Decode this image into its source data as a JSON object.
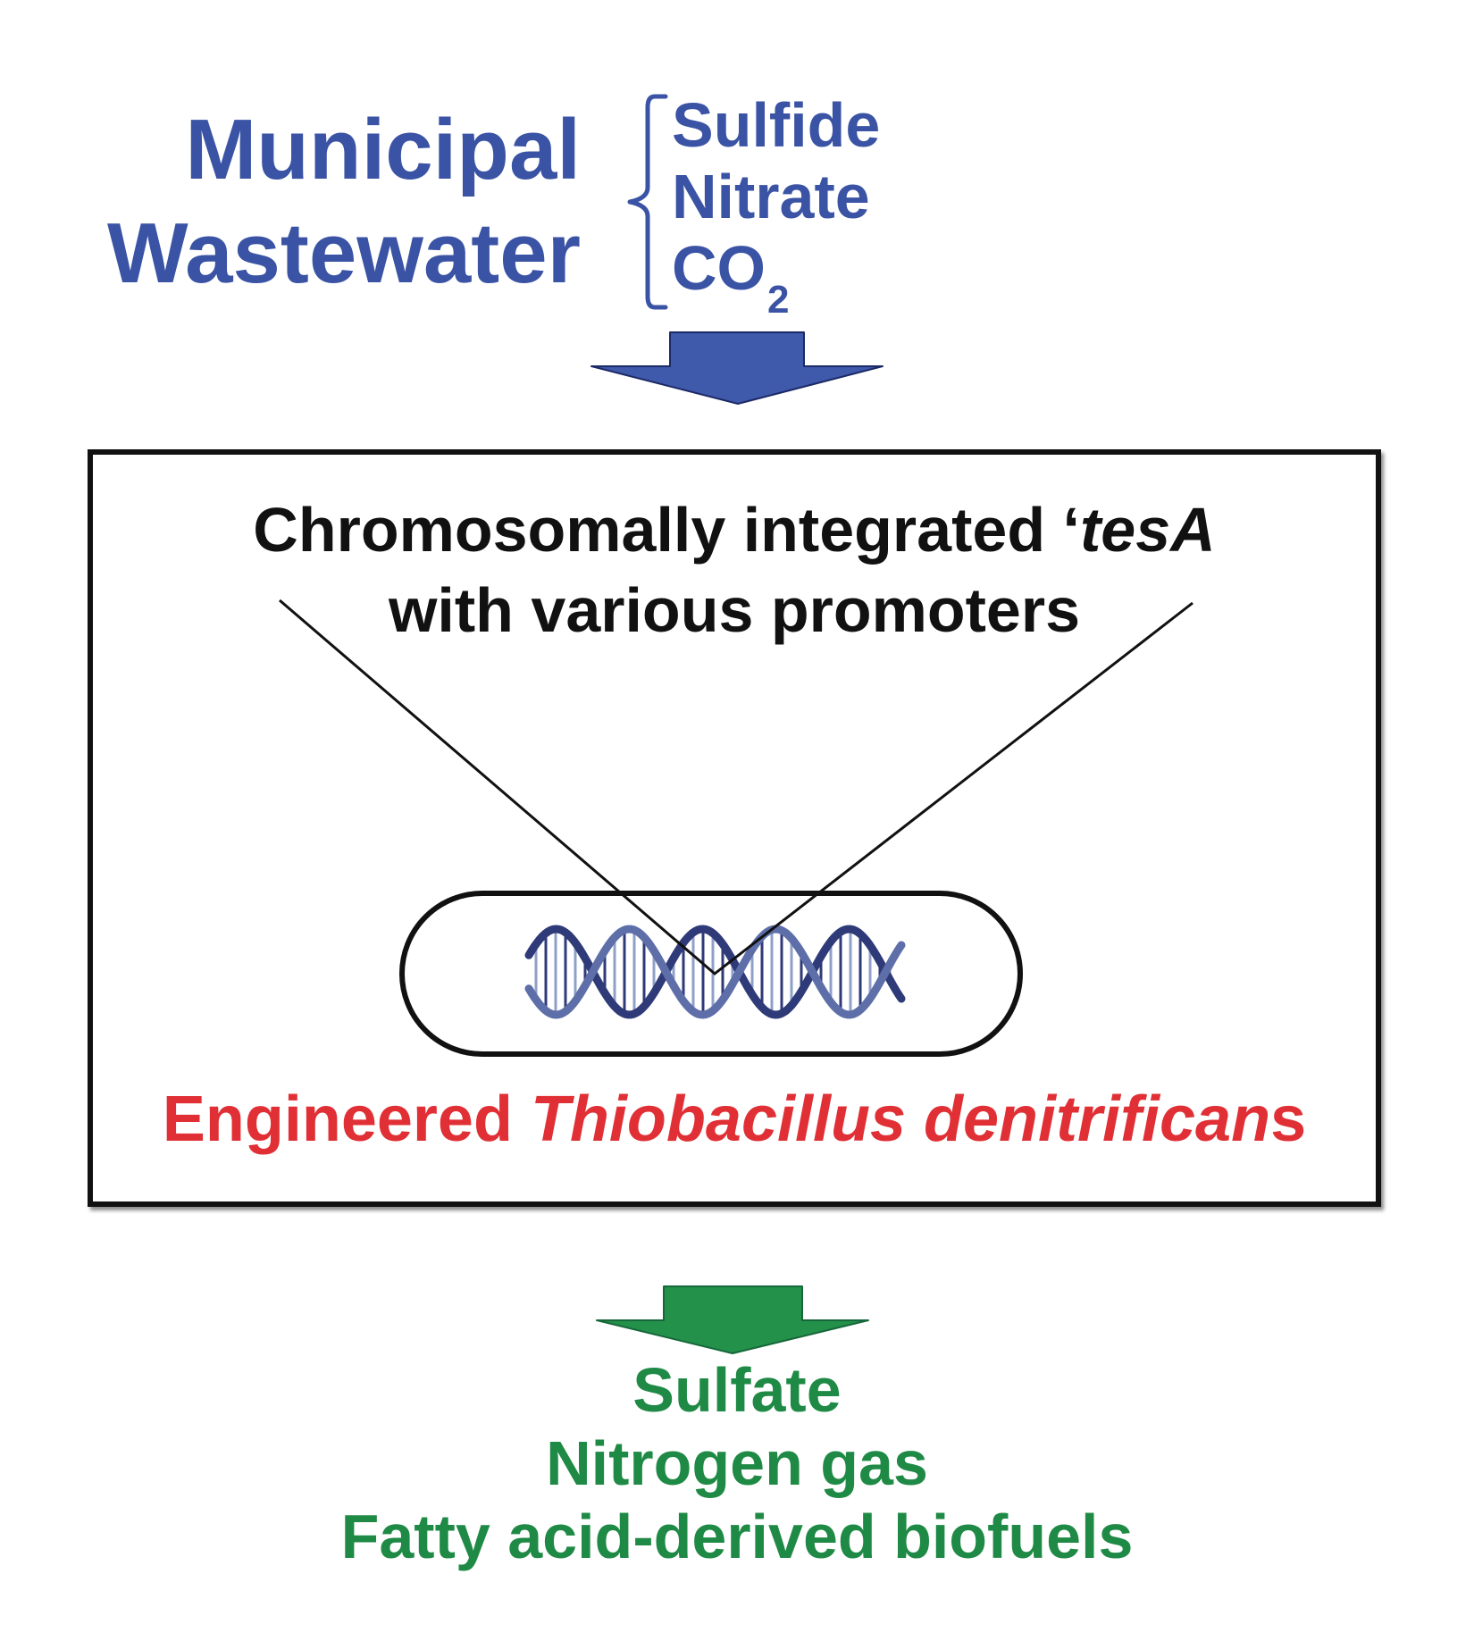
{
  "source": {
    "title_line1": "Municipal",
    "title_line2": "Wastewater"
  },
  "inputs": {
    "items": [
      {
        "text": "Sulfide"
      },
      {
        "text": "Nitrate"
      },
      {
        "text": "CO",
        "subscript": "2"
      }
    ]
  },
  "process": {
    "gene_line1_prefix": "Chromosomally integrated ‘",
    "gene_line1_italic": "tesA",
    "gene_line2": "with various promoters",
    "organism_prefix": "Engineered ",
    "organism_italic": "Thiobacillus denitrifican",
    "organism_suffix": "s"
  },
  "outputs": {
    "items": [
      "Sulfate",
      "Nitrogen gas",
      "Fatty acid-derived biofuels"
    ]
  },
  "colors": {
    "source_blue": "#3a53a4",
    "arrow_blue": "#3f59ab",
    "organism_red": "#e03035",
    "output_green": "#1f8a45",
    "arrow_green": "#24914a",
    "dna_dark": "#2f3a78",
    "dna_light": "#8fa0c8",
    "box_border": "#111111"
  }
}
